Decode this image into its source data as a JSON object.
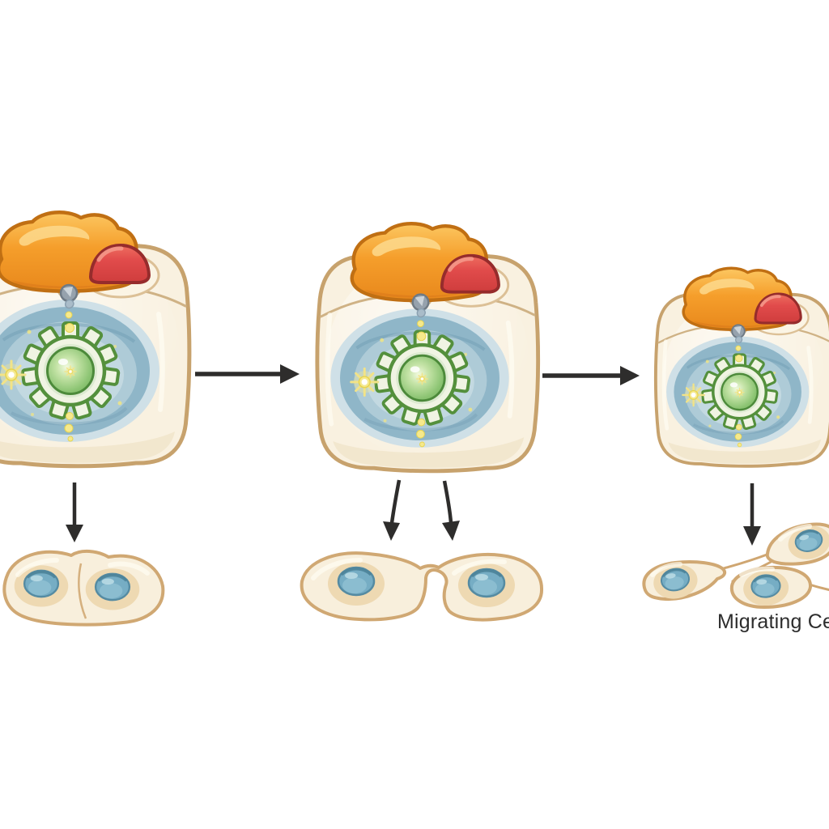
{
  "diagram": {
    "background": "#ffffff",
    "migrating_label": "Migrating Cells",
    "stages": [
      {
        "id": "stem-cell-stage-1",
        "position": "left"
      },
      {
        "id": "stem-cell-stage-2",
        "position": "middle"
      },
      {
        "id": "stem-cell-stage-3",
        "position": "right"
      }
    ],
    "daughter_groups": [
      {
        "id": "attached-cell-pair"
      },
      {
        "id": "separating-cell-pair"
      },
      {
        "id": "migrating-cells-cluster",
        "label": "Migrating Cells"
      }
    ],
    "arrows": [
      {
        "id": "stage1-to-stage2",
        "direction": "right"
      },
      {
        "id": "stage2-to-stage3",
        "direction": "right"
      },
      {
        "id": "stage1-to-daughters",
        "direction": "down"
      },
      {
        "id": "stage2-to-daughters-left",
        "direction": "down"
      },
      {
        "id": "stage2-to-daughters-right",
        "direction": "down"
      },
      {
        "id": "stage3-to-daughters",
        "direction": "down"
      }
    ],
    "parts": [
      "cell-membrane",
      "orange-organelle",
      "red-organelle",
      "membrane-stone",
      "nuclear-region",
      "gear-ring",
      "green-core",
      "sparkle",
      "glow-dots",
      "daughter-nucleus"
    ],
    "colors": {
      "cell_body": "#f9f1e0",
      "cell_outline": "#c7a26d",
      "organelle_orange": "#f59e2b",
      "organelle_orange_outline": "#c06f13",
      "organelle_red": "#e14b4b",
      "organelle_red_outline": "#962c2c",
      "membrane_stone": "#96a2ad",
      "nuclear_region_blue": "#8fb6c8",
      "nuclear_region_blue_light": "#c3d9e1",
      "gear_green_outline": "#54903c",
      "gear_fill": "#f0f4e3",
      "core_green": "#8cc473",
      "sparkle_yellow": "#f5e98f",
      "daughter_cell_fill": "#f8efdc",
      "daughter_cell_outline": "#d0a873",
      "daughter_nucleus_blue": "#76adc4",
      "arrow": "#2e2d2c",
      "text": "#2d2d2d"
    }
  }
}
